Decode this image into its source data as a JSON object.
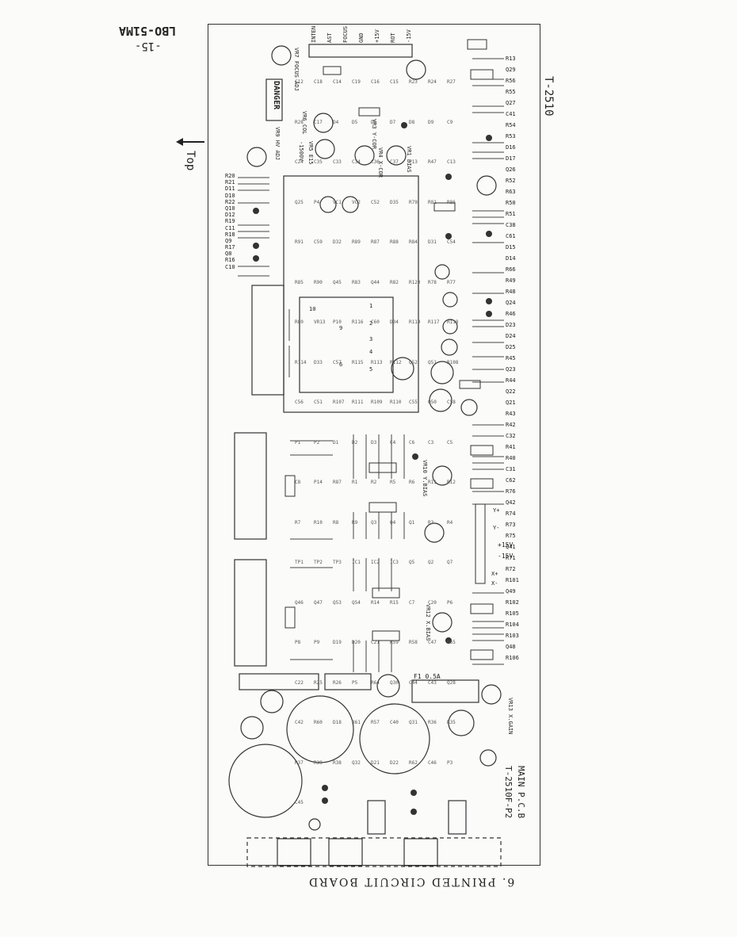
{
  "header": {
    "page_number": "-15-",
    "model": "LBO-51MA"
  },
  "top_marker": "Top",
  "side_code": "T-2510",
  "caption": "6. PRINTED CIRCUIT BOARD",
  "board_title": "MAIN P.C.B",
  "board_part": "T-2510F-P2",
  "connector_p7": [
    "INTEN",
    "AST",
    "FOCUS",
    "GND",
    "+15V",
    "ROT",
    "-15V"
  ],
  "adjust_labels": {
    "vr7": "VR7 FOCUS ADJ",
    "vr6": "VR6 COL",
    "vr5": "VR5 E15",
    "vr4": "VR4 X-COR",
    "vr3": "VR3 Y-COR",
    "vr1": "VR1 BIAS",
    "vr9": "VR9 HV ADJ",
    "danger": "DANGER",
    "hv": "-1500V",
    "vr13": "VR13 X.GAIN",
    "vr10": "VR10 Y.BIAS",
    "vr12": "VR12 X.BIAS",
    "fuse": "F1 0.5A"
  },
  "power_labels": [
    "+15V",
    "-15V",
    "Y+",
    "Y-",
    "X+",
    "X-"
  ],
  "right_column": [
    "R13",
    "Q29",
    "R56",
    "R55",
    "Q27",
    "C41",
    "R54",
    "R53",
    "D16",
    "D17",
    "Q26",
    "R52",
    "R63",
    "R50",
    "R51",
    "C38",
    "C61",
    "D15",
    "D14",
    "R66",
    "R49",
    "R48",
    "Q24",
    "R46",
    "D23",
    "D24",
    "D25",
    "R45",
    "Q23",
    "R44",
    "Q22",
    "Q21",
    "R43",
    "R42",
    "C32",
    "R41",
    "R40",
    "C31",
    "C62",
    "R76",
    "Q42",
    "R74",
    "R73",
    "R75",
    "Q41",
    "R71",
    "R72",
    "R101",
    "Q49",
    "R102",
    "R105",
    "R104",
    "R103",
    "Q48",
    "R106"
  ],
  "left_column": [
    "R20",
    "R21",
    "D11",
    "D10",
    "R22",
    "Q10",
    "D12",
    "R19",
    "C11",
    "R18",
    "Q9",
    "R17",
    "Q8",
    "R16",
    "C10"
  ],
  "mid_labels": [
    "C12",
    "C18",
    "C14",
    "C19",
    "C16",
    "C15",
    "R23",
    "R24",
    "R27",
    "R28",
    "C17",
    "D4",
    "D5",
    "D6",
    "D7",
    "D8",
    "D9",
    "C9",
    "C24",
    "C35",
    "C33",
    "C34",
    "C36",
    "C37",
    "P13",
    "R47",
    "C13",
    "Q25",
    "P4",
    "VC1",
    "VC2",
    "C52",
    "D35",
    "R79",
    "R81",
    "R86",
    "R91",
    "C59",
    "D32",
    "R89",
    "R87",
    "R88",
    "R84",
    "D31",
    "C54",
    "R85",
    "R90",
    "Q45",
    "R83",
    "Q44",
    "R82",
    "R120",
    "R78",
    "R77",
    "R80",
    "VR13",
    "P10",
    "R116",
    "C60",
    "D34",
    "R119",
    "R117",
    "R118",
    "R114",
    "D33",
    "C57",
    "R115",
    "R113",
    "R112",
    "Q52",
    "Q51",
    "R108",
    "C56",
    "C51",
    "R107",
    "R111",
    "R109",
    "R110",
    "C55",
    "Q50",
    "C58",
    "P1",
    "P2",
    "D1",
    "D2",
    "D3",
    "C4",
    "C6",
    "C3",
    "C5",
    "C8",
    "P14",
    "R87",
    "R1",
    "R2",
    "R5",
    "R6",
    "R11",
    "R12",
    "R7",
    "R10",
    "R8",
    "R9",
    "Q3",
    "Q4",
    "Q1",
    "R3",
    "R4",
    "TP1",
    "TP2",
    "TP3",
    "IC1",
    "IC2",
    "IC3",
    "Q5",
    "Q2",
    "Q7",
    "Q46",
    "Q47",
    "Q53",
    "Q54",
    "R14",
    "R15",
    "C7",
    "C20",
    "P6",
    "P8",
    "P9",
    "D19",
    "D20",
    "C21",
    "R59",
    "R58",
    "C47",
    "R65",
    "C22",
    "R25",
    "R26",
    "P5",
    "R64",
    "Q30",
    "C44",
    "C43",
    "Q28",
    "C42",
    "R60",
    "D18",
    "R61",
    "R57",
    "C40",
    "Q31",
    "R36",
    "R35",
    "R37",
    "R39",
    "R38",
    "Q32",
    "D21",
    "D22",
    "R62",
    "C46",
    "P3",
    "C45"
  ],
  "transformer_pins": [
    "10",
    "9",
    "1",
    "2",
    "3",
    "4",
    "5",
    "6"
  ]
}
